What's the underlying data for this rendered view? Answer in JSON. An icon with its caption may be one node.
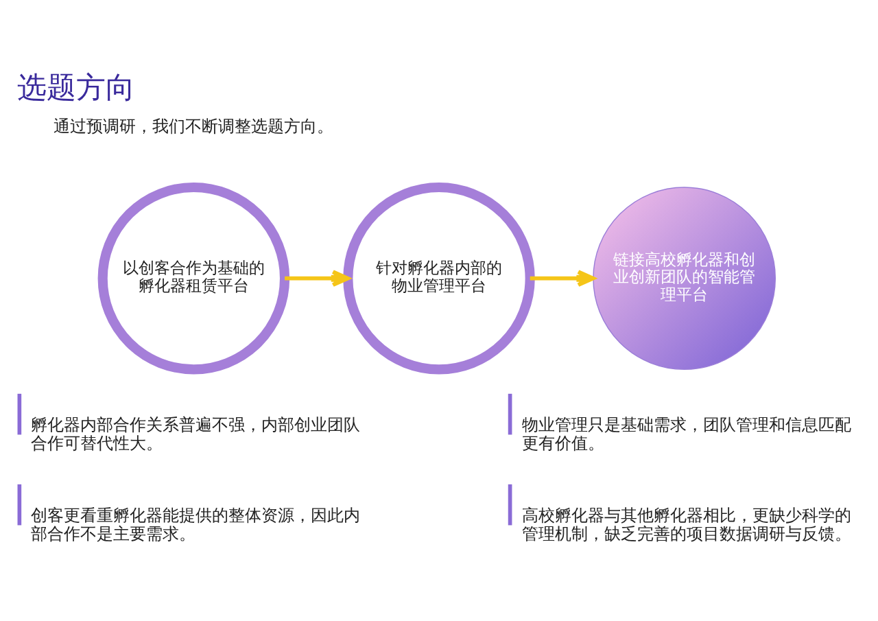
{
  "diagram": {
    "title": "选题方向",
    "nodes": [
      {
        "text": [
          "以创客合作为基础的孵化器租赁平台"
        ]
      },
      {
        "text": [
          "针对孵化器内部的",
          "物业管理平台"
        ]
      },
      {
        "text": [
          "链接高校孵化器和创业创新团队的智能管理平台"
        ]
      }
    ],
    "edges": [
      {
        "from": 0,
        "to": 1,
        "arrow": "to"
      },
      {
        "from": 1,
        "to": 2,
        "arrow": "to"
      }
    ],
    "labels": [
      "通过预调研，我们不断调整选题方向。",
      "孵化器内部合作关系普遍不强，内部创业团队合作可替代性大。",
      "物业管理只是基础需求，团队管理和信息匹配更有价值。",
      "创客更看重孵化器能提供的整体资源，因此内部合作不是主要需求。",
      "高校孵化器与其他孵化器相比，更缺少科学的管理机制，缺乏完善的项目数据调研与反馈。"
    ]
  }
}
